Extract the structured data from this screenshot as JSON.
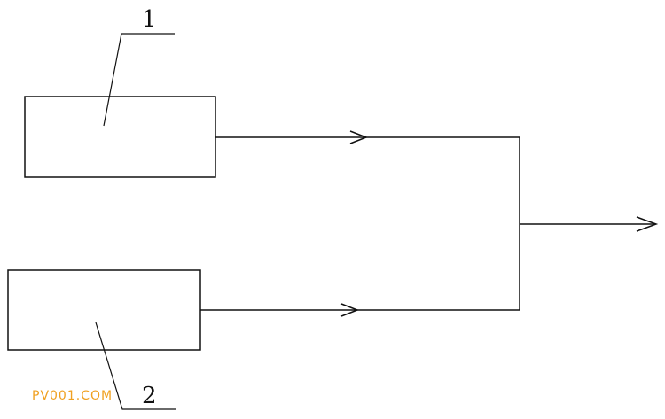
{
  "diagram": {
    "label_1": "1",
    "label_2": "2"
  },
  "watermark": {
    "text": "PV001.COM"
  },
  "colors": {
    "line": "#111111",
    "background": "#ffffff",
    "watermark": "#f0a020"
  }
}
